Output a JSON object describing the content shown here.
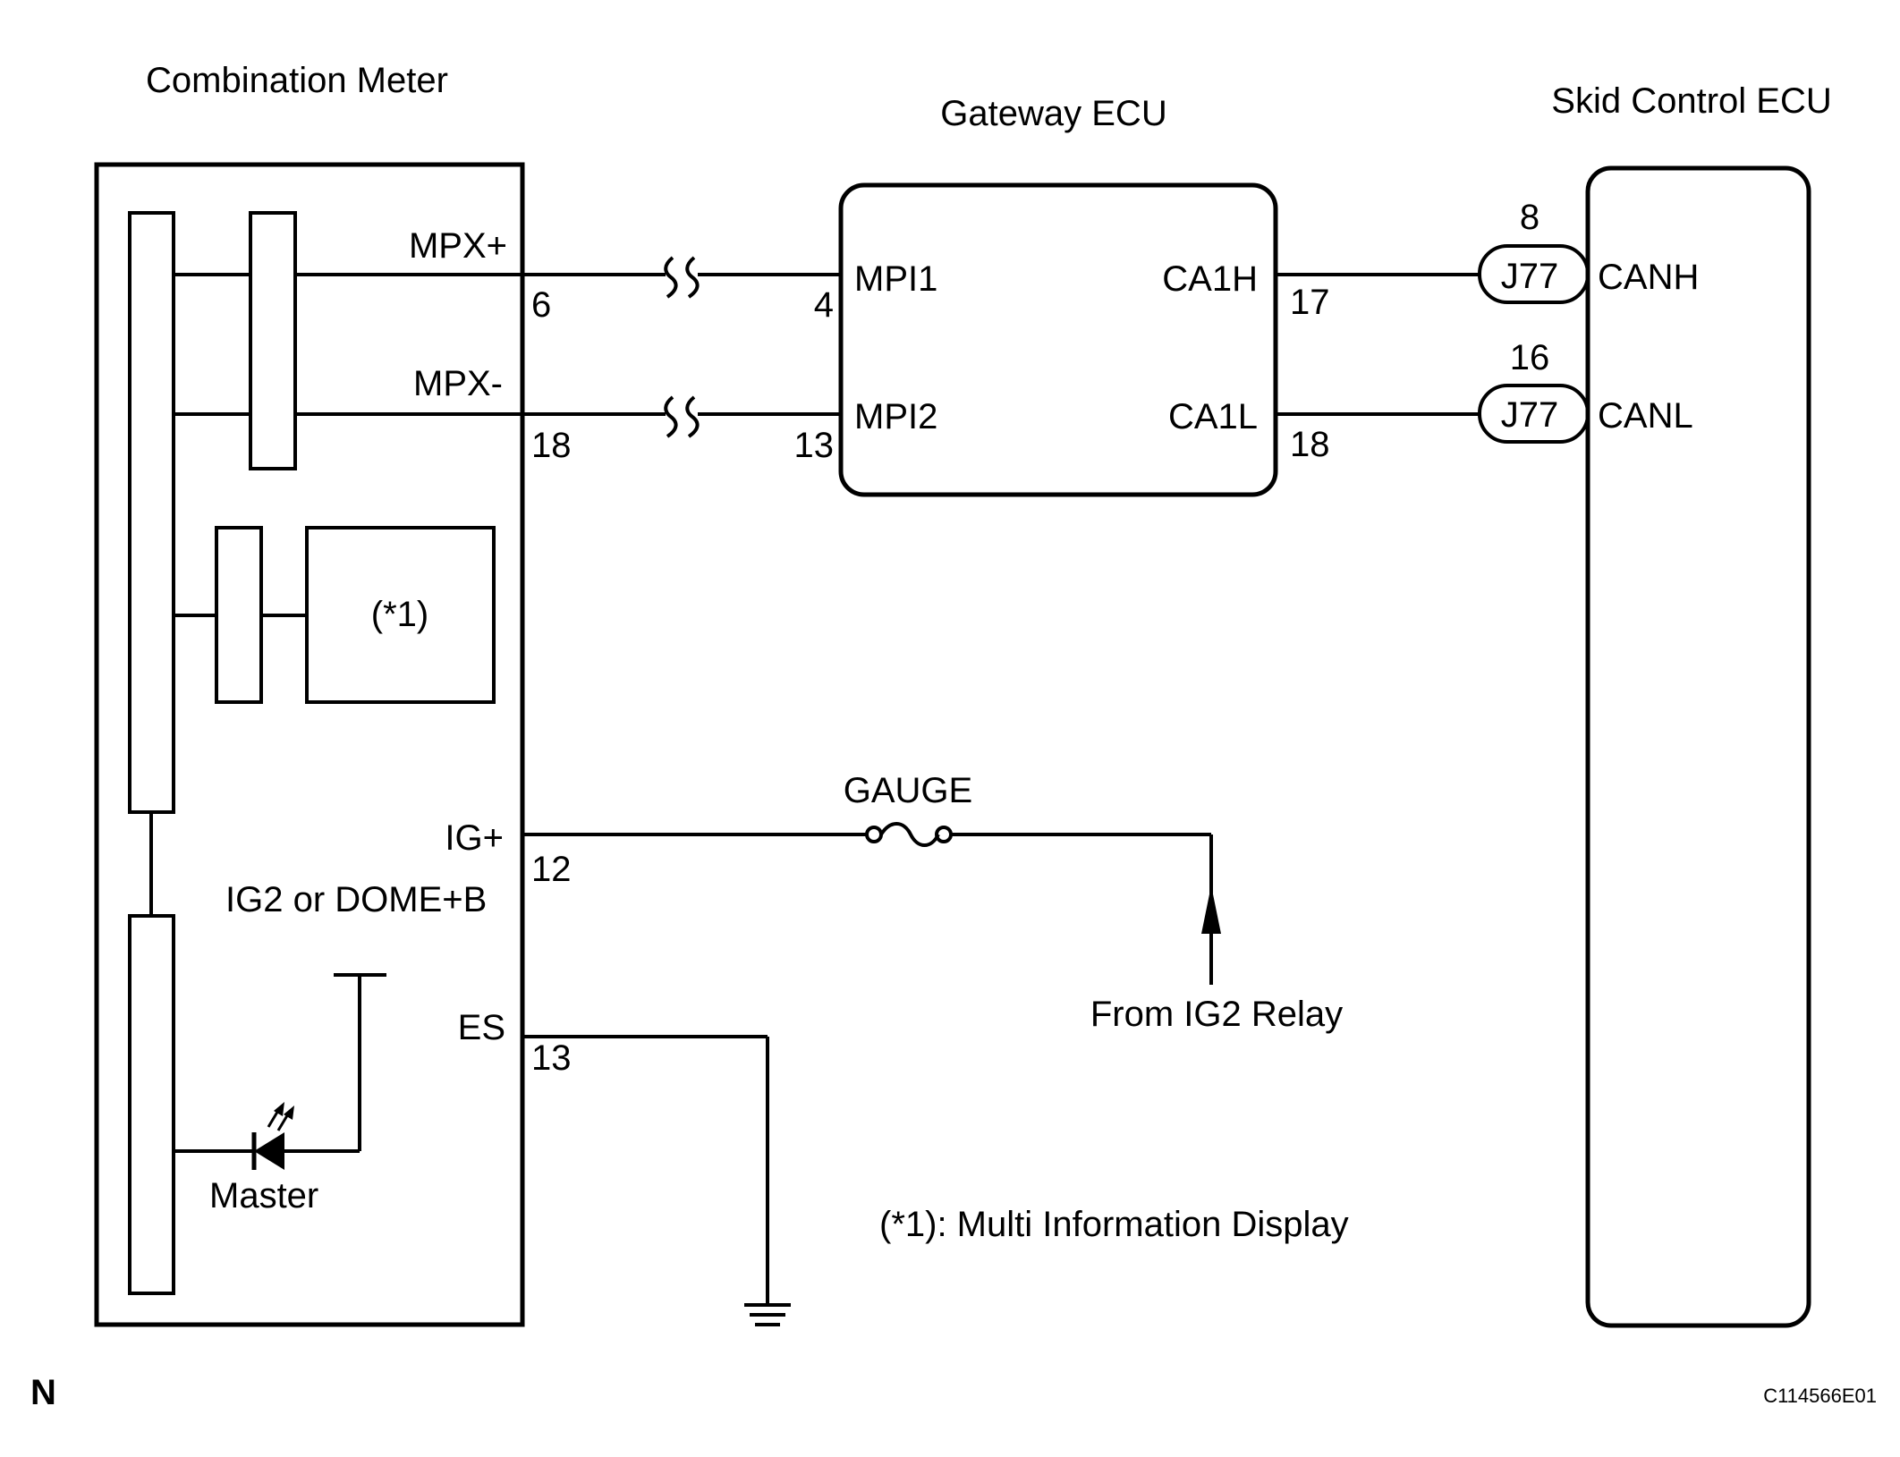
{
  "components": {
    "combination_meter": {
      "title": "Combination Meter",
      "terminals": {
        "mpx_plus": {
          "name": "MPX+",
          "pin": "6"
        },
        "mpx_minus": {
          "name": "MPX-",
          "pin": "18"
        },
        "ig_plus": {
          "name": "IG+",
          "pin": "12"
        },
        "es": {
          "name": "ES",
          "pin": "13"
        }
      },
      "display_box_label": "(*1)",
      "power_label": "IG2 or DOME+B",
      "led_label": "Master"
    },
    "gateway_ecu": {
      "title": "Gateway ECU",
      "terminals": {
        "mpi1": {
          "name": "MPI1",
          "pin": "4"
        },
        "mpi2": {
          "name": "MPI2",
          "pin": "13"
        },
        "ca1h": {
          "name": "CA1H",
          "pin": "17"
        },
        "ca1l": {
          "name": "CA1L",
          "pin": "18"
        }
      }
    },
    "skid_control_ecu": {
      "title": "Skid Control ECU",
      "terminals": {
        "canh": {
          "name": "CANH",
          "pin": "8",
          "connector": "J77"
        },
        "canl": {
          "name": "CANL",
          "pin": "16",
          "connector": "J77"
        }
      }
    }
  },
  "fuse": {
    "label": "GAUGE"
  },
  "relay_source": "From IG2 Relay",
  "footnote": "(*1): Multi Information Display",
  "corner_mark": "N",
  "figure_code": "C114566E01"
}
